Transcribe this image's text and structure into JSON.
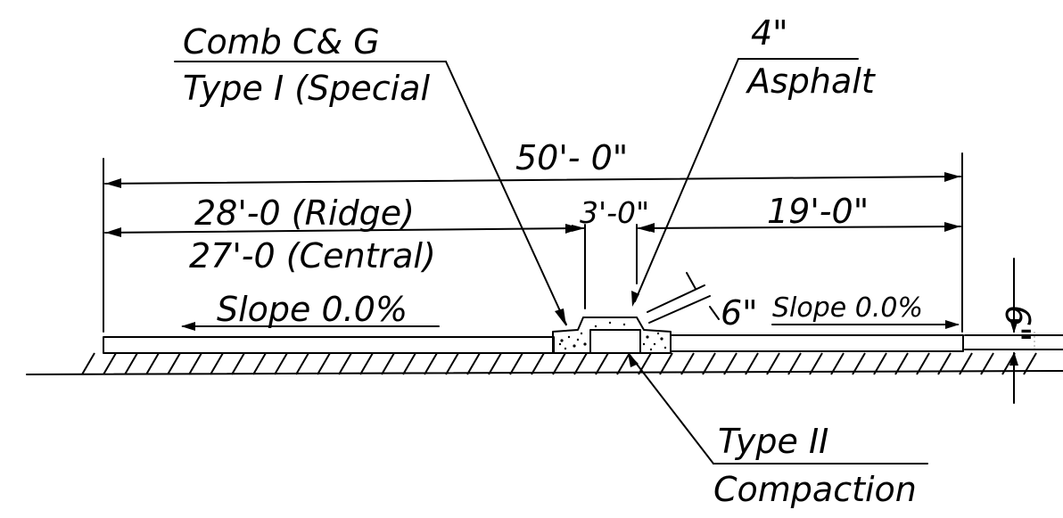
{
  "labels": {
    "curb_line1": "Comb C& G",
    "curb_line2": "Type I (Special",
    "asphalt_thickness": "4\"",
    "asphalt": "Asphalt",
    "overall_width": "50'- 0\"",
    "left_width_ridge": "28'-0 (Ridge)",
    "left_width_central": "27'-0 (Central)",
    "median_width": "3'-0\"",
    "right_width": "19'-0\"",
    "slope_left": "Slope 0.0%",
    "slope_right": "Slope 0.0%",
    "curb_thickness": "6\"",
    "slab_depth": "6\"",
    "compaction_line1": "Type II",
    "compaction_line2": "Compaction"
  }
}
